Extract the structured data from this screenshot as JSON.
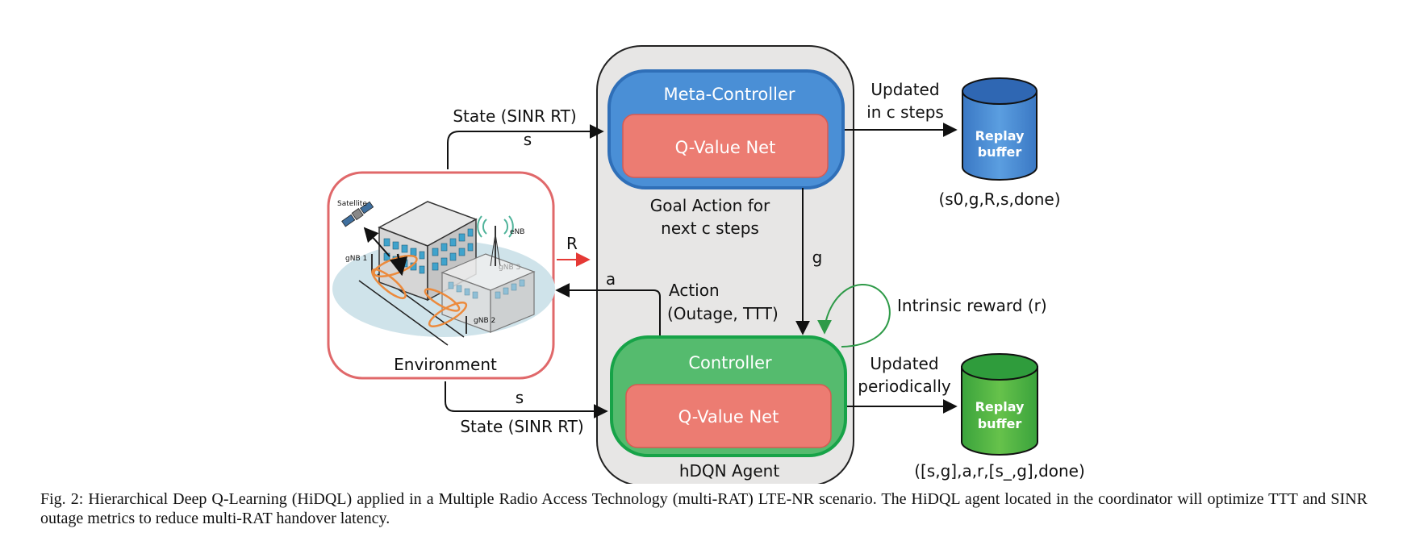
{
  "agent": {
    "label": "hDQN Agent"
  },
  "meta_controller": {
    "title": "Meta-Controller",
    "net": "Q-Value Net"
  },
  "controller": {
    "title": "Controller",
    "net": "Q-Value Net"
  },
  "environment": {
    "label": "Environment",
    "satellite": "Satellite",
    "enb": "eNB",
    "gnb1": "gNB 1",
    "gnb2": "gNB 2",
    "gnb3": "gNB 3"
  },
  "edges": {
    "state_top_line1": "State (SINR RT)",
    "state_top_line2": "s",
    "reward": "R",
    "action_a": "a",
    "action_line1": "Action",
    "action_line2": "(Outage, TTT)",
    "state_bottom_s": "s",
    "state_bottom_label": "State (SINR RT)",
    "goal_line1": "Goal Action for",
    "goal_line2": "next c steps",
    "goal_g": "g",
    "intrinsic": "Intrinsic reward (r)",
    "updated_c_line1": "Updated",
    "updated_c_line2": "in c steps",
    "updated_p_line1": "Updated",
    "updated_p_line2": "periodically"
  },
  "replay_top": {
    "line1": "Replay",
    "line2": "buffer",
    "tuple": "(s0,g,R,s,done)"
  },
  "replay_bottom": {
    "line1": "Replay",
    "line2": "buffer",
    "tuple": "([s,g],a,r,[s_,g],done)"
  },
  "caption": "Fig. 2: Hierarchical Deep Q-Learning (HiDQL) applied in a Multiple Radio Access Technology (multi-RAT) LTE-NR scenario. The HiDQL agent located in the coordinator will optimize TTT and SINR outage metrics to reduce multi-RAT handover latency.",
  "colors": {
    "agent_bg": "#e7e6e5",
    "meta_blue": "#4a8fd6",
    "controller_green": "#55bb6e",
    "qnet_red": "#ec7c72",
    "env_border": "#e0686a",
    "intrinsic_green": "#2e9a48",
    "reward_arrow": "#e53935"
  }
}
